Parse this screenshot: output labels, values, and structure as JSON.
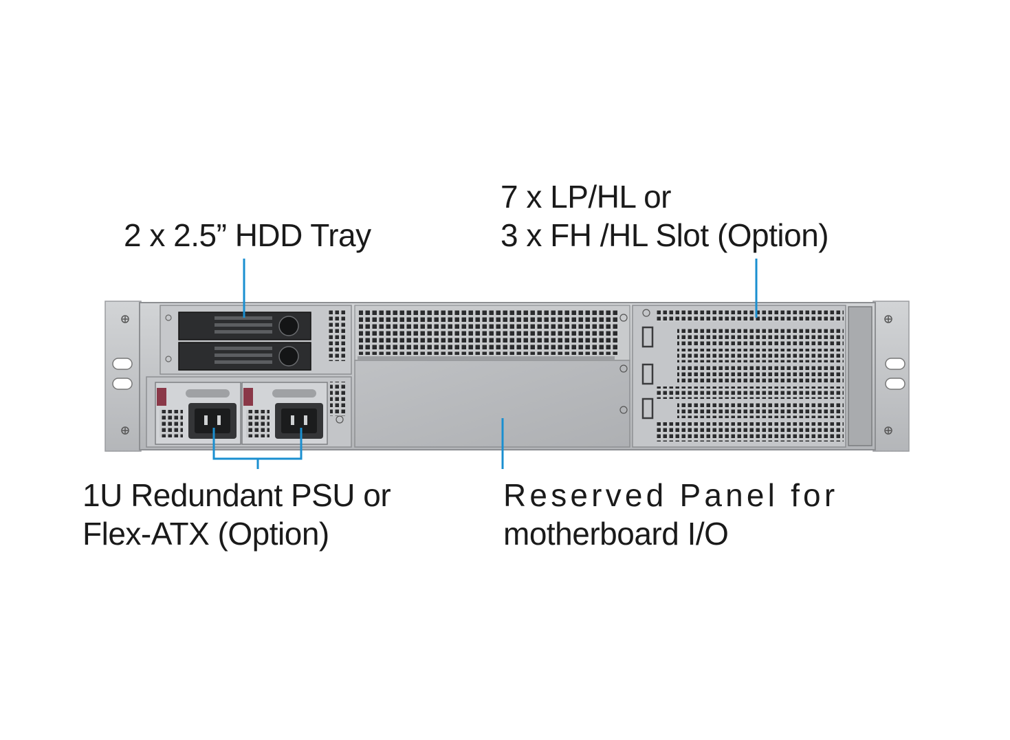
{
  "colors": {
    "leader": "#1a8fd0",
    "chassis": "#b9bbbe",
    "chassis_dark": "#8d8f92",
    "text": "#1a1a1a"
  },
  "callouts": {
    "hdd_tray": {
      "line1": "2 x 2.5” HDD Tray"
    },
    "expansion_slots": {
      "line1": "7 x LP/HL or",
      "line2": "3 x FH /HL Slot (Option)"
    },
    "psu": {
      "line1": "1U Redundant PSU or",
      "line2": "Flex-ATX (Option)"
    },
    "reserved_panel": {
      "line1": "Reserved Panel for",
      "line2": "motherboard I/O"
    }
  },
  "components": {
    "hdd_trays": 2,
    "psu_modules": 2,
    "expansion_slot_covers": 7
  }
}
